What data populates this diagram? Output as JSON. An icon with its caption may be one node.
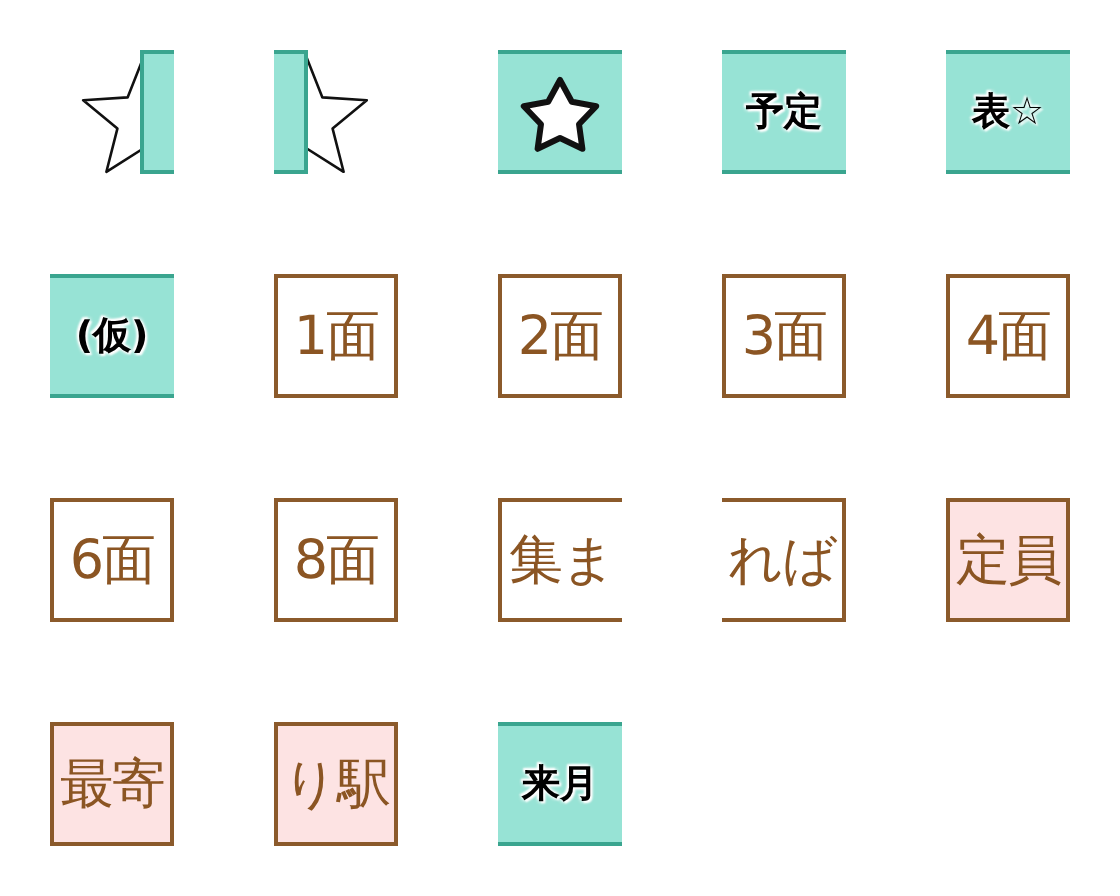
{
  "diagram": {
    "nodes": [
      {
        "text": [],
        "shape": "star"
      },
      {
        "text": [],
        "shape": "star"
      },
      {
        "text": [],
        "shape": "star"
      },
      {
        "text": [
          "予定"
        ]
      },
      {
        "text": [
          "表☆"
        ]
      },
      {
        "text": [
          "(仮)"
        ]
      },
      {
        "text": [
          "1面"
        ]
      },
      {
        "text": [
          "2面"
        ]
      },
      {
        "text": [
          "3面"
        ]
      },
      {
        "text": [
          "4面"
        ]
      },
      {
        "text": [
          "6面"
        ]
      },
      {
        "text": [
          "8面"
        ]
      },
      {
        "text": [
          "集ま"
        ]
      },
      {
        "text": [
          "れば"
        ]
      },
      {
        "text": [
          "定員"
        ]
      },
      {
        "text": [
          "最寄"
        ]
      },
      {
        "text": [
          "り駅"
        ]
      },
      {
        "text": [
          "来月"
        ]
      }
    ]
  }
}
